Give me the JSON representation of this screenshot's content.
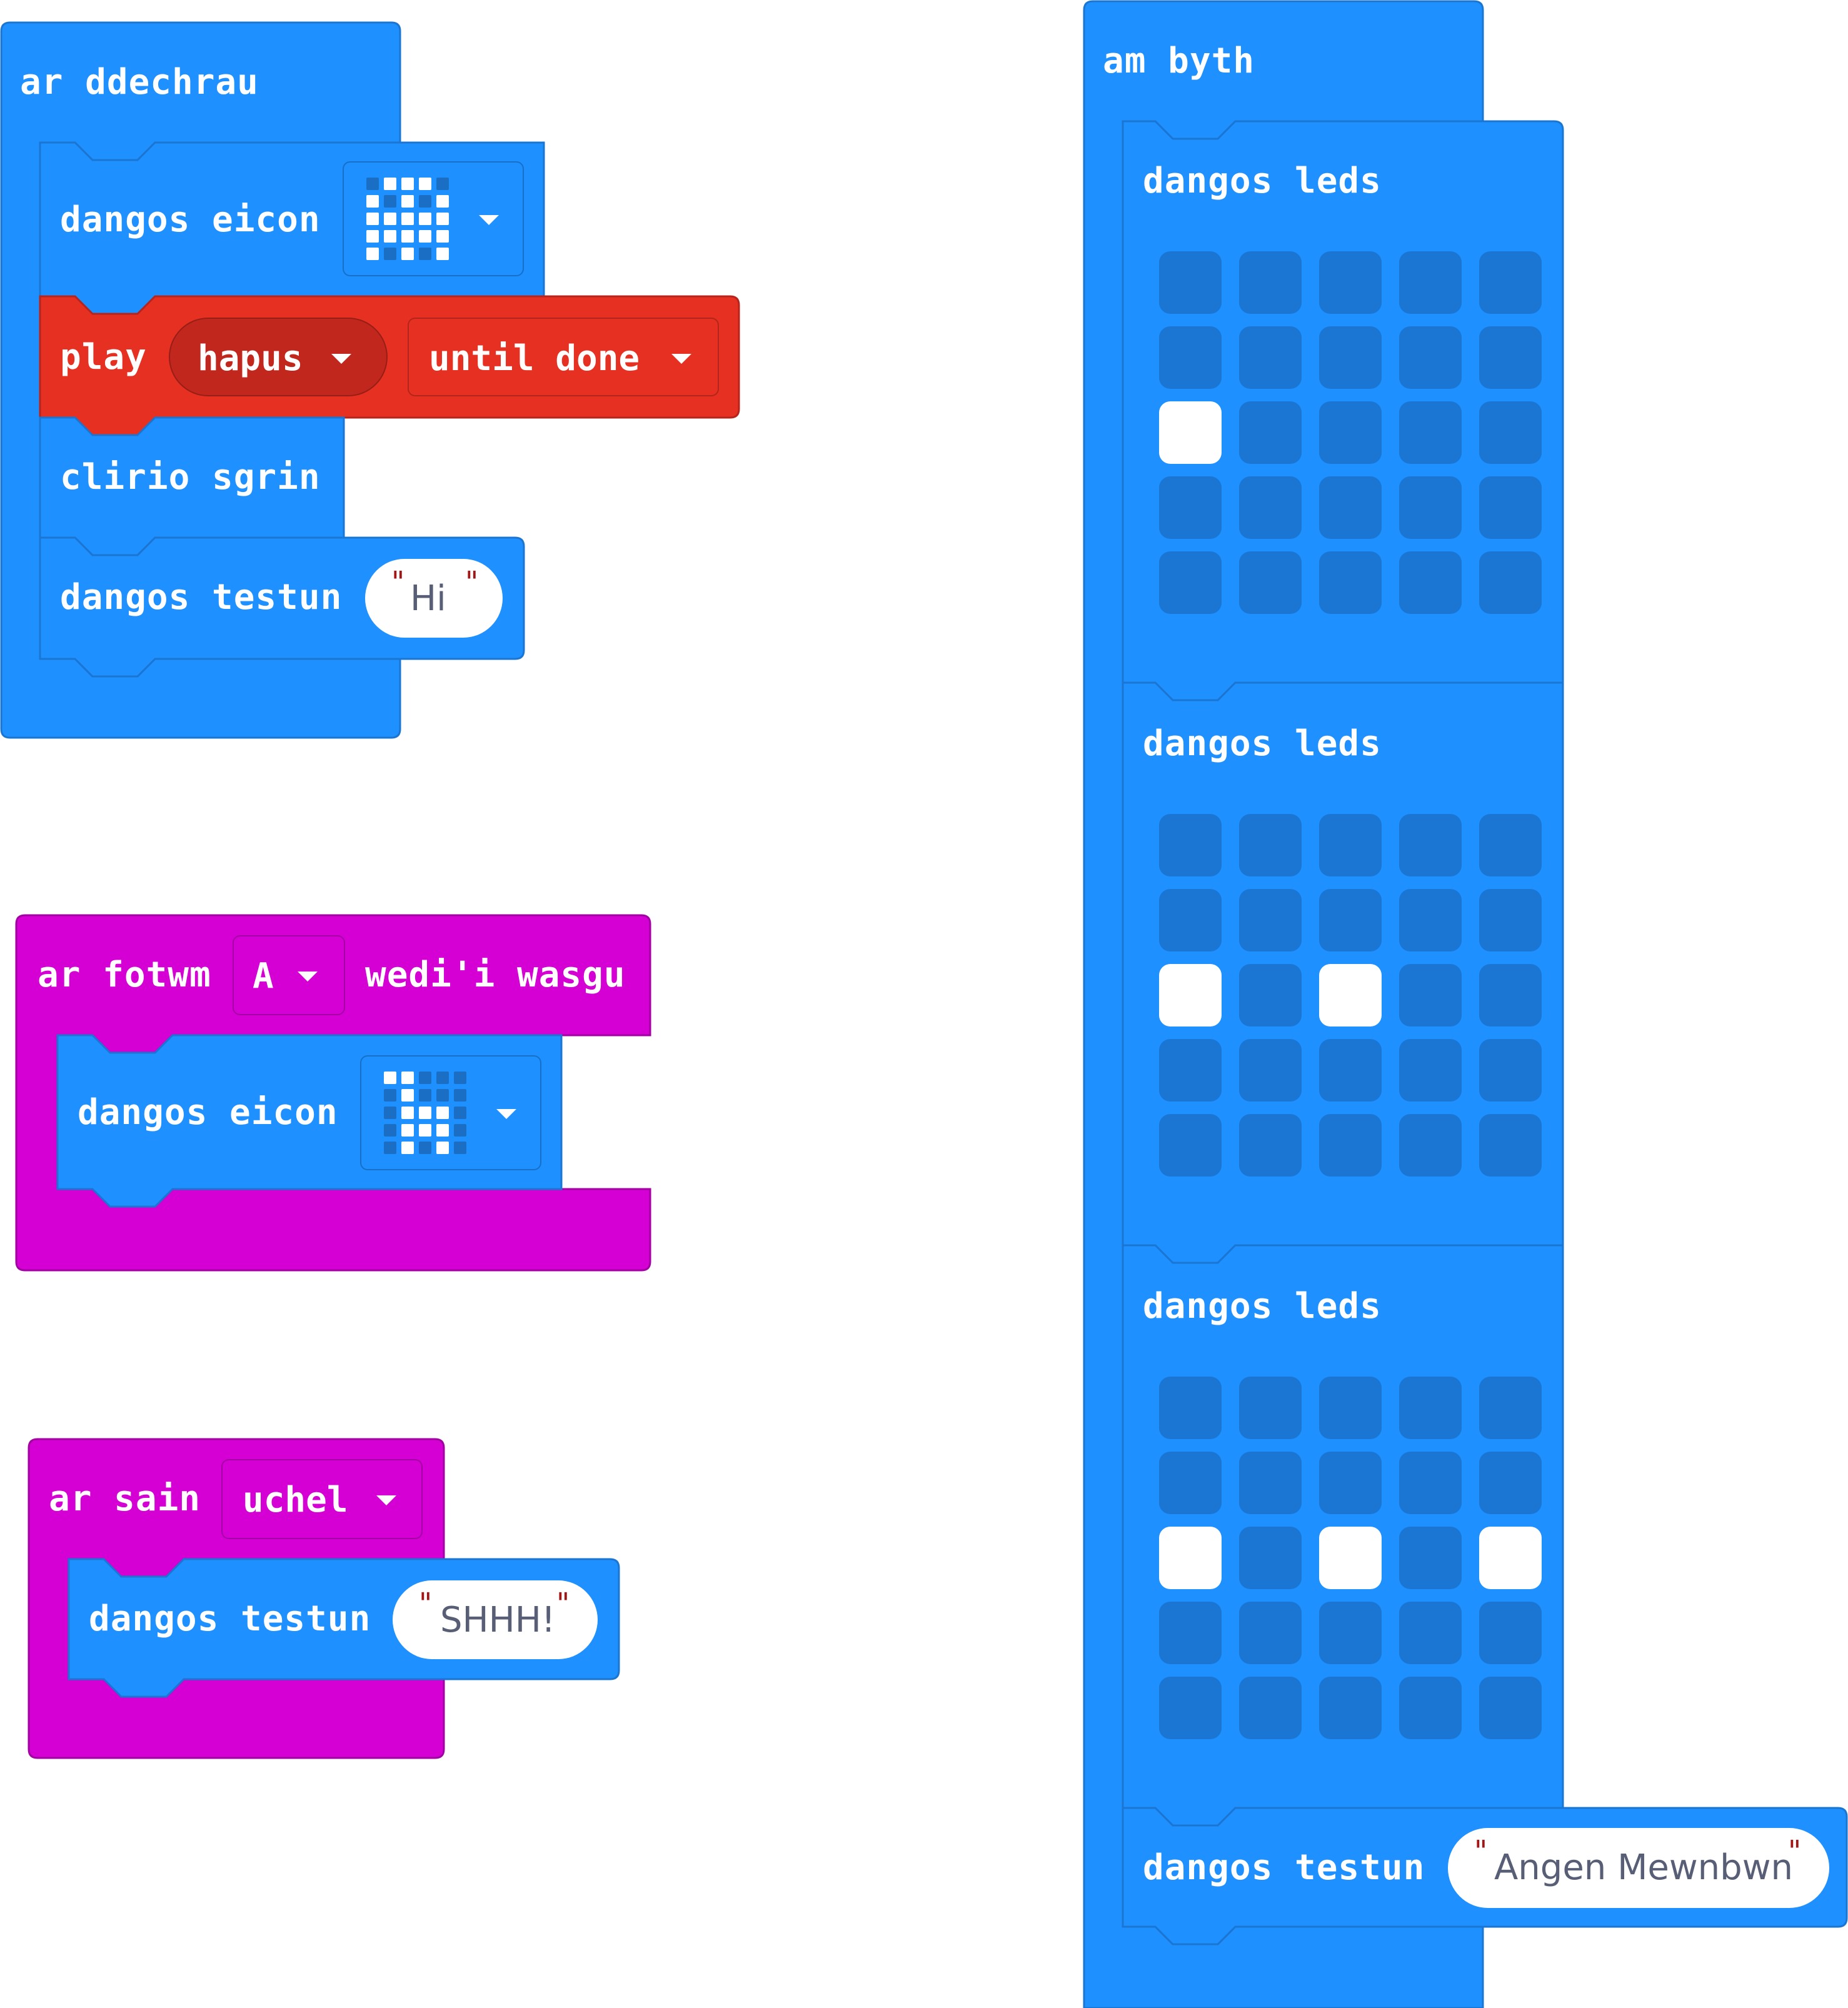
{
  "colors": {
    "basic": "#1e90ff",
    "basic_dark": "#1a76d2",
    "input_events": "#d400d4",
    "music": "#e63022",
    "music_dark": "#b8231a",
    "string_text": "#575e75",
    "quote": "#a31515"
  },
  "on_start": {
    "header": "ar ddechrau",
    "show_icon_1": {
      "label": "dangos eicon",
      "icon": "ghost-icon",
      "led_pattern": [
        [
          0,
          1,
          1,
          1,
          0
        ],
        [
          1,
          0,
          1,
          0,
          1
        ],
        [
          1,
          1,
          1,
          1,
          1
        ],
        [
          1,
          1,
          1,
          1,
          1
        ],
        [
          1,
          0,
          1,
          0,
          1
        ]
      ]
    },
    "play": {
      "label": "play",
      "melody": "hapus",
      "mode": "until done"
    },
    "clear_screen": "clirio sgrin",
    "show_string": {
      "label": "dangos testun",
      "value": "Hi"
    }
  },
  "on_button": {
    "label_prefix": "ar fotwm",
    "button": "A",
    "label_suffix": "wedi'i wasgu",
    "show_icon": {
      "label": "dangos eicon",
      "icon": "giraffe-icon",
      "led_pattern": [
        [
          1,
          1,
          0,
          0,
          0
        ],
        [
          0,
          1,
          0,
          0,
          0
        ],
        [
          0,
          1,
          1,
          1,
          0
        ],
        [
          0,
          1,
          1,
          1,
          0
        ],
        [
          0,
          1,
          0,
          1,
          0
        ]
      ]
    }
  },
  "on_sound": {
    "label": "ar sain",
    "level": "uchel",
    "show_string": {
      "label": "dangos testun",
      "value": "SHHH!"
    }
  },
  "forever": {
    "header": "am byth",
    "show_leds": [
      {
        "label": "dangos leds",
        "grid": [
          [
            0,
            0,
            0,
            0,
            0
          ],
          [
            0,
            0,
            0,
            0,
            0
          ],
          [
            1,
            0,
            0,
            0,
            0
          ],
          [
            0,
            0,
            0,
            0,
            0
          ],
          [
            0,
            0,
            0,
            0,
            0
          ]
        ]
      },
      {
        "label": "dangos leds",
        "grid": [
          [
            0,
            0,
            0,
            0,
            0
          ],
          [
            0,
            0,
            0,
            0,
            0
          ],
          [
            1,
            0,
            1,
            0,
            0
          ],
          [
            0,
            0,
            0,
            0,
            0
          ],
          [
            0,
            0,
            0,
            0,
            0
          ]
        ]
      },
      {
        "label": "dangos leds",
        "grid": [
          [
            0,
            0,
            0,
            0,
            0
          ],
          [
            0,
            0,
            0,
            0,
            0
          ],
          [
            1,
            0,
            1,
            0,
            1
          ],
          [
            0,
            0,
            0,
            0,
            0
          ],
          [
            0,
            0,
            0,
            0,
            0
          ]
        ]
      }
    ],
    "show_string": {
      "label": "dangos testun",
      "value": "Angen Mewnbwn"
    }
  }
}
